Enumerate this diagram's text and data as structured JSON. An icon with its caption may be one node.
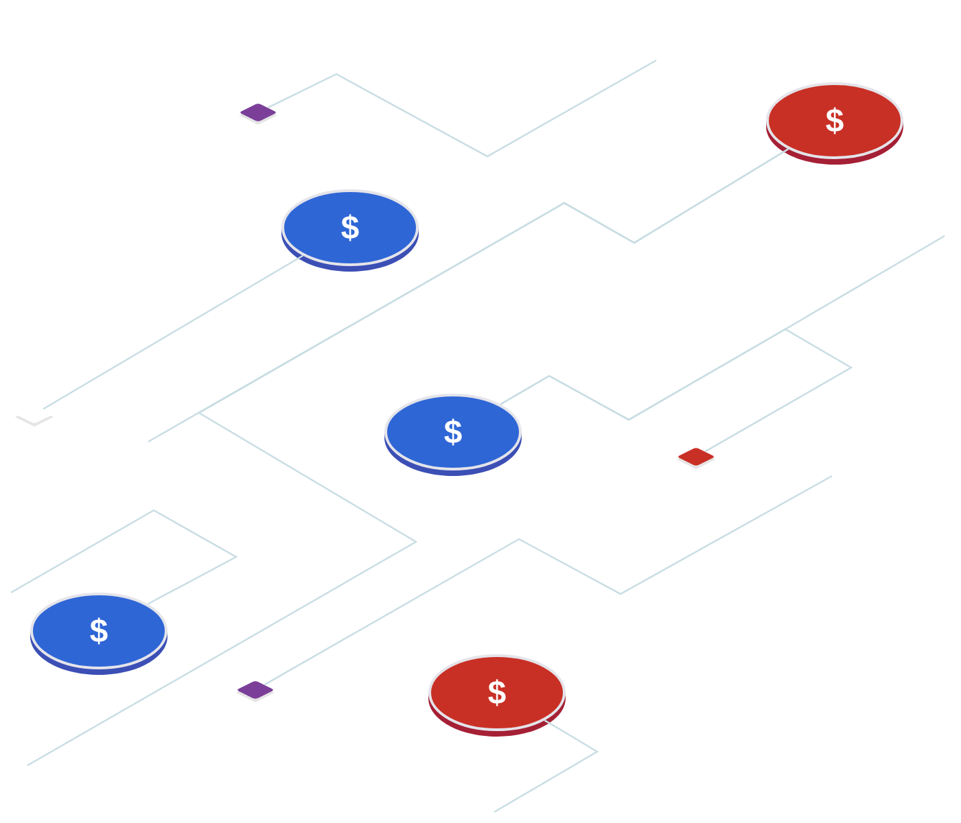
{
  "diagram": {
    "nodes": [
      {
        "text": [],
        "shape": "diamond"
      },
      {
        "text": [
          "$"
        ]
      },
      {
        "text": [
          "$"
        ]
      },
      {
        "text": [],
        "shape": "diamond"
      },
      {
        "text": [
          "$"
        ]
      },
      {
        "text": [],
        "shape": "diamond"
      },
      {
        "text": [
          "$"
        ]
      },
      {
        "text": [],
        "shape": "diamond"
      },
      {
        "text": [
          "$"
        ]
      }
    ],
    "edges": [
      {
        "from": 0,
        "to": null,
        "arrow": "none"
      },
      {
        "from": 1,
        "to": null,
        "arrow": "none"
      },
      {
        "from": 1,
        "to": null,
        "arrow": "none"
      },
      {
        "from": 2,
        "to": 3,
        "arrow": "none"
      },
      {
        "from": 4,
        "to": 5,
        "arrow": "none"
      },
      {
        "from": 4,
        "to": null,
        "arrow": "none"
      },
      {
        "from": 6,
        "to": null,
        "arrow": "none"
      },
      {
        "from": 7,
        "to": null,
        "arrow": "none"
      },
      {
        "from": 8,
        "to": null,
        "arrow": "none"
      }
    ]
  }
}
